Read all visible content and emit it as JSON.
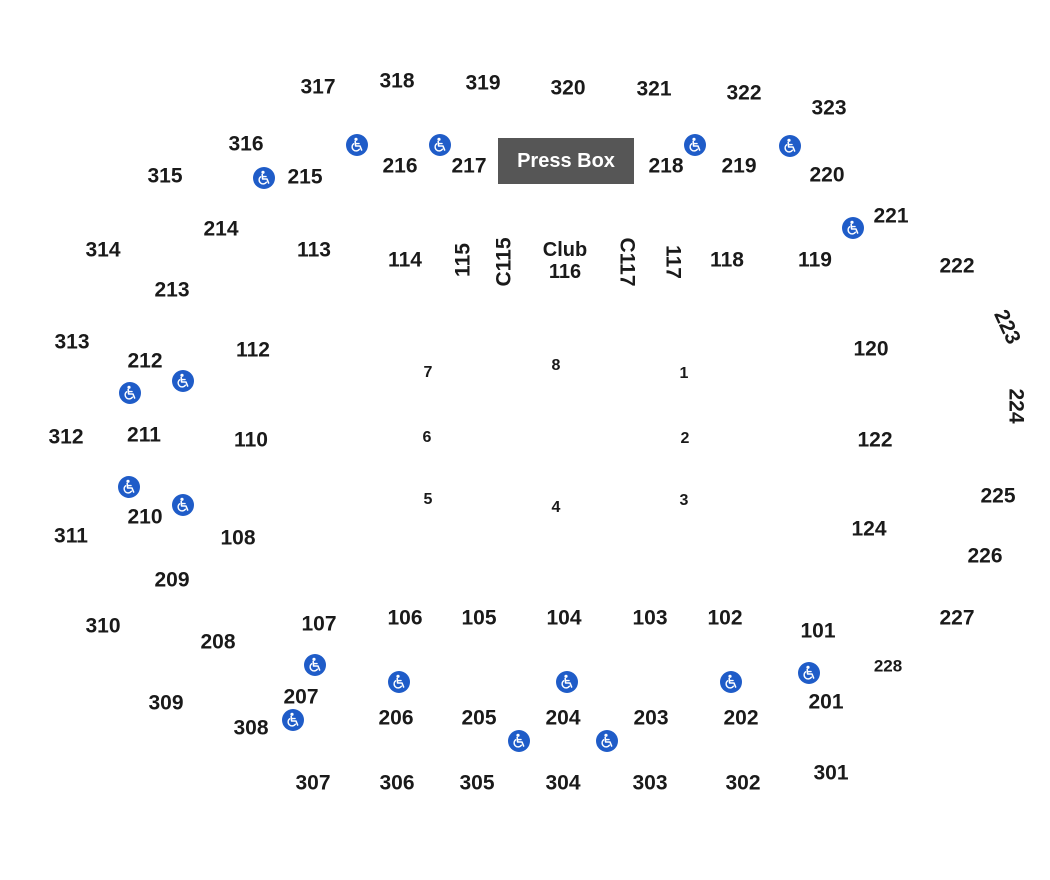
{
  "press_box": "Press Box",
  "club": {
    "line1": "Club",
    "line2": "116"
  },
  "sections": {
    "s317": "317",
    "s318": "318",
    "s319": "319",
    "s320": "320",
    "s321": "321",
    "s322": "322",
    "s323": "323",
    "s316": "316",
    "s315": "315",
    "s314": "314",
    "s313": "313",
    "s312": "312",
    "s311": "311",
    "s310": "310",
    "s309": "309",
    "s308": "308",
    "s307": "307",
    "s306": "306",
    "s305": "305",
    "s304": "304",
    "s303": "303",
    "s302": "302",
    "s301": "301",
    "s215": "215",
    "s216": "216",
    "s217": "217",
    "s218": "218",
    "s219": "219",
    "s220": "220",
    "s221": "221",
    "s222": "222",
    "s223": "223",
    "s224": "224",
    "s225": "225",
    "s226": "226",
    "s227": "227",
    "s228": "228",
    "s214": "214",
    "s213": "213",
    "s212": "212",
    "s211": "211",
    "s210": "210",
    "s209": "209",
    "s208": "208",
    "s207": "207",
    "s206": "206",
    "s205": "205",
    "s204": "204",
    "s203": "203",
    "s202": "202",
    "s201": "201",
    "s113": "113",
    "s114": "114",
    "s115": "115",
    "sC115": "C115",
    "sC117": "C117",
    "s117": "117",
    "s118": "118",
    "s119": "119",
    "s120": "120",
    "s122": "122",
    "s124": "124",
    "s112": "112",
    "s110": "110",
    "s108": "108",
    "s107": "107",
    "s106": "106",
    "s105": "105",
    "s104": "104",
    "s103": "103",
    "s102": "102",
    "s101": "101",
    "f1": "1",
    "f2": "2",
    "f3": "3",
    "f4": "4",
    "f5": "5",
    "f6": "6",
    "f7": "7",
    "f8": "8"
  },
  "icons": {
    "accessible": "wheelchair-accessible-icon"
  },
  "colors": {
    "press_box_bg": "#565656",
    "accessible_blue": "#1f5cc8",
    "label": "#1a1a1a"
  }
}
